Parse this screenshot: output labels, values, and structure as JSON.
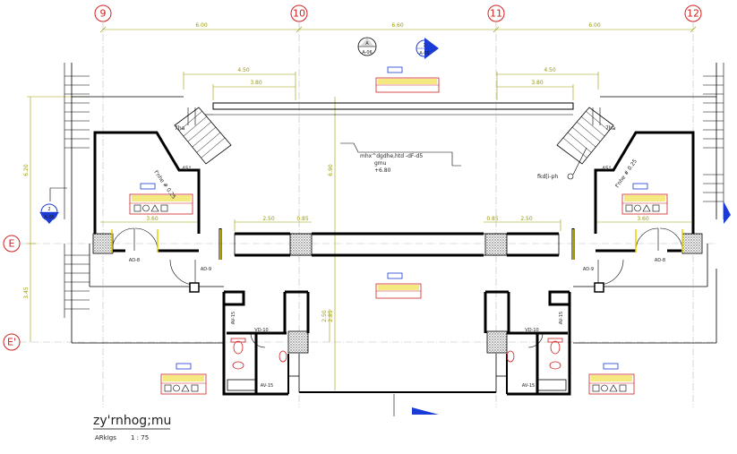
{
  "grid": {
    "top": [
      "9",
      "10",
      "11",
      "12"
    ],
    "left": [
      "E",
      "E'"
    ]
  },
  "dimensions": {
    "bay_1": "6.00",
    "bay_2": "6.60",
    "bay_3": "6.00",
    "upper_left_1": "4.50",
    "upper_left_2": "3.80",
    "upper_right_1": "4.50",
    "upper_right_2": "3.80",
    "left_vertical": "6.20",
    "left_vertical_2": "3.45",
    "center_vertical": "6.90",
    "lower_center_1": "2.50",
    "lower_center_2": "2.85",
    "mid_left_1": "2.50",
    "mid_left_2": "0.85",
    "mid_right_1": "0.85",
    "mid_right_2": "2.50",
    "left_room": "3.60",
    "right_room": "3.60"
  },
  "section_marks": {
    "section_a": "A",
    "section_a_ref": "A-06",
    "section_b": "1",
    "section_b_ref": "A-06",
    "section_c": "2",
    "section_c_ref": "A-06"
  },
  "door_tags": {
    "left_door_1": "AD-8",
    "left_door_2": "AD-9",
    "right_door_1": "AD-9",
    "right_door_2": "AD-8",
    "left_wc": "VD-10",
    "right_wc": "VD-10",
    "left_wall_1": "AV-15",
    "left_wall_2": "AV-15",
    "right_wall_1": "AV-15",
    "right_wall_2": "AV-15"
  },
  "notes": {
    "center_note": "mhx^dgdhe,htd  -dF-d5",
    "center_note_2": "gmu",
    "center_note_3": "+6.80",
    "right_note": "fkd[i-ph",
    "stair_left": "7ha",
    "stair_right": "7ha",
    "angle_left": "45°",
    "angle_right": "45°",
    "slope_left": "f'nhe # 0.25",
    "slope_right": "f'nhe # 0.25"
  },
  "title": {
    "main": "zy'rnhog;mu",
    "scale_label": "ARkIgs",
    "scale_value": "1 : 75"
  },
  "colors": {
    "grid_line": "#d02020",
    "wall": "#000000",
    "dimension": "#9a9a00",
    "tag_red": "#d02020",
    "tag_yellow": "#e8d400",
    "tag_blue": "#1b3bd6",
    "hatch": "#555555"
  }
}
